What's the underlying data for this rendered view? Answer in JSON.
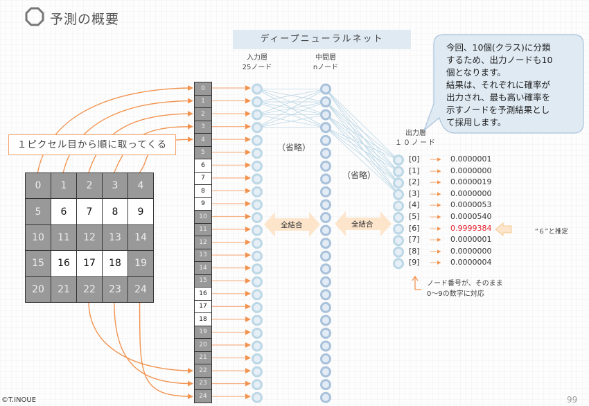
{
  "title": "予測の概要",
  "network_banner": "ディープニューラルネット",
  "layers": {
    "input": {
      "name": "入力層",
      "nodes": "25ノード"
    },
    "hidden": {
      "name": "中間層",
      "nodes": "nノード"
    },
    "output": {
      "name": "出力層",
      "nodes": "１０ノード"
    }
  },
  "bubble": {
    "lines": [
      "今回、10個(クラス)に分類",
      "するため、出力ノードも10",
      "個となります。",
      "結果は、それぞれに確率が",
      "出力され、最も高い確率を",
      "示すノードを予測結果とし",
      "て採用します。"
    ]
  },
  "pixel_order_label": "１ピクセル目から順に取ってくる",
  "pixel_grid": {
    "values": [
      "0",
      "1",
      "2",
      "3",
      "4",
      "5",
      "6",
      "7",
      "8",
      "9",
      "10",
      "11",
      "12",
      "13",
      "14",
      "15",
      "16",
      "17",
      "18",
      "19",
      "20",
      "21",
      "22",
      "23",
      "24"
    ],
    "lit": [
      6,
      7,
      8,
      9,
      16,
      17,
      18
    ]
  },
  "omitted_label": "（省略）",
  "fully_connected_label": "全結合",
  "outputs": [
    {
      "index": "[0]",
      "value": "0.0000001"
    },
    {
      "index": "[1]",
      "value": "0.0000000"
    },
    {
      "index": "[2]",
      "value": "0.0000019"
    },
    {
      "index": "[3]",
      "value": "0.0000000"
    },
    {
      "index": "[4]",
      "value": "0.0000053"
    },
    {
      "index": "[5]",
      "value": "0.0000540"
    },
    {
      "index": "[6]",
      "value": "0.9999384",
      "highlight": true
    },
    {
      "index": "[7]",
      "value": "0.0000001"
    },
    {
      "index": "[8]",
      "value": "0.0000000"
    },
    {
      "index": "[9]",
      "value": "0.0000004"
    }
  ],
  "estimate_label": "“６”と推定",
  "node_note": [
    "ノード番号が、そのまま",
    "0～9の数字に対応"
  ],
  "footer": {
    "copyright": "©T.INOUE",
    "page": "99"
  },
  "colors": {
    "arrow": "#f2934f",
    "input_node": "#bcd7e6",
    "hidden_node": "#a9c2dc",
    "highlight": "#e8202a",
    "banner": "#dfeaf3",
    "fc_arrow": "#fde5cc"
  }
}
